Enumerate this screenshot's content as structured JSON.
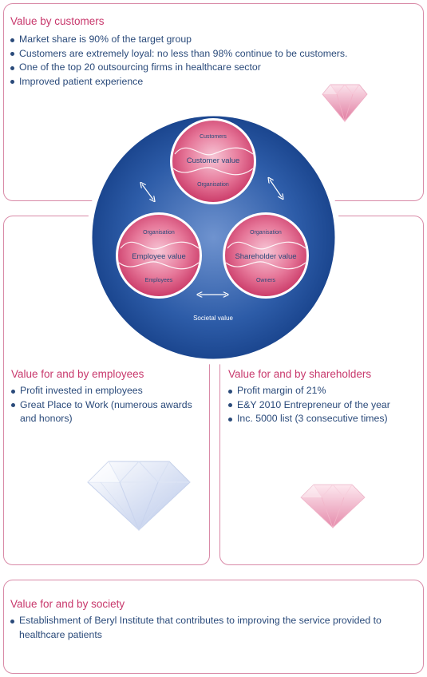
{
  "customers_panel": {
    "title": "Value by customers",
    "items": [
      "Market share is 90% of the target group",
      "Customers are extremely loyal: no less than 98% continue to be customers.",
      "One of the top 20 outsourcing firms in healthcare sector",
      "Improved patient experience"
    ]
  },
  "employees_panel": {
    "title": "Value for and by employees",
    "items": [
      "Profit invested in employees",
      "Great Place to Work (numerous awards and honors)"
    ]
  },
  "shareholders_panel": {
    "title": "Value for and by shareholders",
    "items": [
      "Profit margin of 21%",
      "E&Y 2010 Entrepreneur of the year",
      "Inc. 5000 list (3 consecutive times)"
    ]
  },
  "society_panel": {
    "title": "Value for and by society",
    "items": [
      "Establishment of Beryl Institute that contributes to improving the service provided to healthcare patients"
    ]
  },
  "diagram": {
    "outer_label": "Societal value",
    "customer_circle": {
      "top": "Customers",
      "center": "Customer value",
      "bottom": "Organisation"
    },
    "employee_circle": {
      "top": "Organisation",
      "center": "Employee value",
      "bottom": "Employees"
    },
    "shareholder_circle": {
      "top": "Organisation",
      "center": "Shareholder value",
      "bottom": "Owners"
    }
  },
  "colors": {
    "accent": "#c8386c",
    "text": "#2a4a7a",
    "outer_circle": "#1f4f9a",
    "inner_circle": "#d9557f"
  },
  "icons": [
    "pink-diamond-icon",
    "white-diamond-icon",
    "pink-diamond-icon",
    "double-arrow-icon"
  ]
}
